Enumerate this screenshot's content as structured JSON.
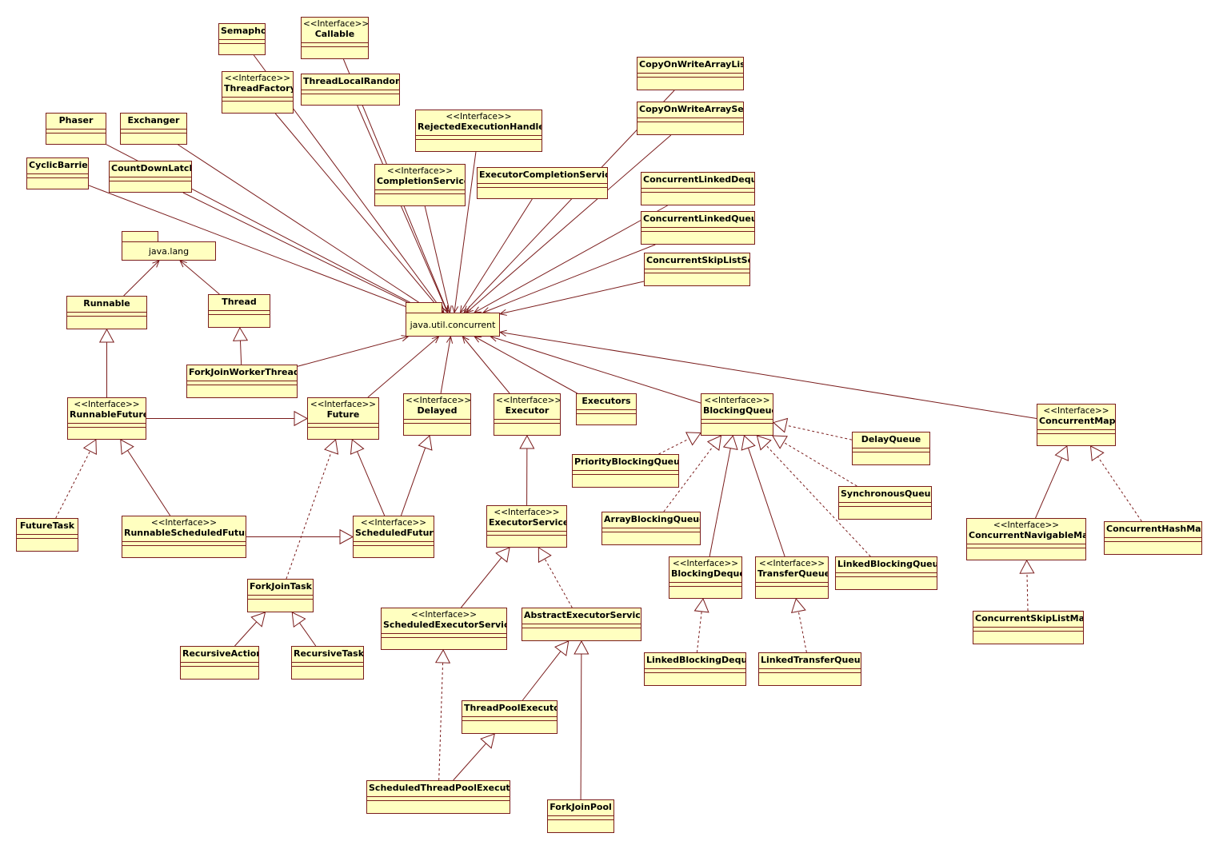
{
  "diagram": {
    "stereotype_label": "<<Interface>>",
    "packages": [
      {
        "id": "javalang",
        "name": "java.lang"
      },
      {
        "id": "juc",
        "name": "java.util.concurrent"
      }
    ],
    "classes": [
      {
        "id": "semaphore",
        "name": "Semaphore",
        "interface": false
      },
      {
        "id": "callable",
        "name": "Callable",
        "interface": true
      },
      {
        "id": "threadfactory",
        "name": "ThreadFactory",
        "interface": true
      },
      {
        "id": "threadlocalrandom",
        "name": "ThreadLocalRandom",
        "interface": false
      },
      {
        "id": "phaser",
        "name": "Phaser",
        "interface": false
      },
      {
        "id": "exchanger",
        "name": "Exchanger",
        "interface": false
      },
      {
        "id": "rejected",
        "name": "RejectedExecutionHandler",
        "interface": true
      },
      {
        "id": "cowal",
        "name": "CopyOnWriteArrayList",
        "interface": false
      },
      {
        "id": "cowas",
        "name": "CopyOnWriteArraySet",
        "interface": false
      },
      {
        "id": "cyclicbarrier",
        "name": "CyclicBarrier",
        "interface": false
      },
      {
        "id": "countdownlatch",
        "name": "CountDownLatch",
        "interface": false
      },
      {
        "id": "completionservice",
        "name": "CompletionService",
        "interface": true
      },
      {
        "id": "ecs",
        "name": "ExecutorCompletionService",
        "interface": false
      },
      {
        "id": "cld",
        "name": "ConcurrentLinkedDeque",
        "interface": false
      },
      {
        "id": "clq",
        "name": "ConcurrentLinkedQueue",
        "interface": false
      },
      {
        "id": "csls",
        "name": "ConcurrentSkipListSet",
        "interface": false
      },
      {
        "id": "runnable",
        "name": "Runnable",
        "interface": false
      },
      {
        "id": "thread",
        "name": "Thread",
        "interface": false
      },
      {
        "id": "fjwt",
        "name": "ForkJoinWorkerThread",
        "interface": false
      },
      {
        "id": "runnablefuture",
        "name": "RunnableFuture",
        "interface": true
      },
      {
        "id": "future",
        "name": "Future",
        "interface": true
      },
      {
        "id": "delayed",
        "name": "Delayed",
        "interface": true
      },
      {
        "id": "executor",
        "name": "Executor",
        "interface": true
      },
      {
        "id": "executors",
        "name": "Executors",
        "interface": false
      },
      {
        "id": "blockingqueue",
        "name": "BlockingQueue",
        "interface": true
      },
      {
        "id": "concurrentmap",
        "name": "ConcurrentMap",
        "interface": true
      },
      {
        "id": "delayqueue",
        "name": "DelayQueue",
        "interface": false
      },
      {
        "id": "pbq",
        "name": "PriorityBlockingQueue",
        "interface": false
      },
      {
        "id": "synchronousqueue",
        "name": "SynchronousQueue",
        "interface": false
      },
      {
        "id": "futuretask",
        "name": "FutureTask",
        "interface": false
      },
      {
        "id": "rsf",
        "name": "RunnableScheduledFuture",
        "interface": true
      },
      {
        "id": "scheduledfuture",
        "name": "ScheduledFuture",
        "interface": true
      },
      {
        "id": "executorservice",
        "name": "ExecutorService",
        "interface": true
      },
      {
        "id": "abq",
        "name": "ArrayBlockingQueue",
        "interface": false
      },
      {
        "id": "cnm",
        "name": "ConcurrentNavigableMap",
        "interface": true
      },
      {
        "id": "chm",
        "name": "ConcurrentHashMap",
        "interface": false
      },
      {
        "id": "forkjointask",
        "name": "ForkJoinTask",
        "interface": false
      },
      {
        "id": "blockingdeque",
        "name": "BlockingDeque",
        "interface": true
      },
      {
        "id": "transferqueue",
        "name": "TransferQueue",
        "interface": true
      },
      {
        "id": "lbq",
        "name": "LinkedBlockingQueue",
        "interface": false
      },
      {
        "id": "ses",
        "name": "ScheduledExecutorService",
        "interface": true
      },
      {
        "id": "aes",
        "name": "AbstractExecutorService",
        "interface": false
      },
      {
        "id": "cslm",
        "name": "ConcurrentSkipListMap",
        "interface": false
      },
      {
        "id": "recursiveaction",
        "name": "RecursiveAction",
        "interface": false
      },
      {
        "id": "recursivetask",
        "name": "RecursiveTask",
        "interface": false
      },
      {
        "id": "lbd",
        "name": "LinkedBlockingDeque",
        "interface": false
      },
      {
        "id": "ltq",
        "name": "LinkedTransferQueue",
        "interface": false
      },
      {
        "id": "tpe",
        "name": "ThreadPoolExecutor",
        "interface": false
      },
      {
        "id": "stpe",
        "name": "ScheduledThreadPoolExecutor",
        "interface": false
      },
      {
        "id": "forkjoinpool",
        "name": "ForkJoinPool",
        "interface": false
      }
    ],
    "relations": [
      {
        "from": "runnable",
        "to": "javalang",
        "kind": "dependency"
      },
      {
        "from": "thread",
        "to": "javalang",
        "kind": "dependency"
      },
      {
        "from": "semaphore",
        "to": "juc",
        "kind": "dependency"
      },
      {
        "from": "callable",
        "to": "juc",
        "kind": "dependency"
      },
      {
        "from": "threadfactory",
        "to": "juc",
        "kind": "dependency"
      },
      {
        "from": "threadlocalrandom",
        "to": "juc",
        "kind": "dependency"
      },
      {
        "from": "phaser",
        "to": "juc",
        "kind": "dependency"
      },
      {
        "from": "exchanger",
        "to": "juc",
        "kind": "dependency"
      },
      {
        "from": "rejected",
        "to": "juc",
        "kind": "dependency"
      },
      {
        "from": "cowal",
        "to": "juc",
        "kind": "dependency"
      },
      {
        "from": "cowas",
        "to": "juc",
        "kind": "dependency"
      },
      {
        "from": "cyclicbarrier",
        "to": "juc",
        "kind": "dependency"
      },
      {
        "from": "countdownlatch",
        "to": "juc",
        "kind": "dependency"
      },
      {
        "from": "completionservice",
        "to": "juc",
        "kind": "dependency"
      },
      {
        "from": "ecs",
        "to": "juc",
        "kind": "dependency"
      },
      {
        "from": "cld",
        "to": "juc",
        "kind": "dependency"
      },
      {
        "from": "clq",
        "to": "juc",
        "kind": "dependency"
      },
      {
        "from": "csls",
        "to": "juc",
        "kind": "dependency"
      },
      {
        "from": "fjwt",
        "to": "juc",
        "kind": "dependency"
      },
      {
        "from": "future",
        "to": "juc",
        "kind": "dependency"
      },
      {
        "from": "delayed",
        "to": "juc",
        "kind": "dependency"
      },
      {
        "from": "executor",
        "to": "juc",
        "kind": "dependency"
      },
      {
        "from": "executors",
        "to": "juc",
        "kind": "dependency"
      },
      {
        "from": "blockingqueue",
        "to": "juc",
        "kind": "dependency"
      },
      {
        "from": "concurrentmap",
        "to": "juc",
        "kind": "dependency"
      },
      {
        "from": "fjwt",
        "to": "thread",
        "kind": "extends"
      },
      {
        "from": "runnablefuture",
        "to": "runnable",
        "kind": "extends"
      },
      {
        "from": "runnablefuture",
        "to": "future",
        "kind": "extends"
      },
      {
        "from": "futuretask",
        "to": "runnablefuture",
        "kind": "implements"
      },
      {
        "from": "rsf",
        "to": "runnablefuture",
        "kind": "extends"
      },
      {
        "from": "rsf",
        "to": "scheduledfuture",
        "kind": "extends"
      },
      {
        "from": "scheduledfuture",
        "to": "future",
        "kind": "extends"
      },
      {
        "from": "scheduledfuture",
        "to": "delayed",
        "kind": "extends"
      },
      {
        "from": "forkjointask",
        "to": "future",
        "kind": "implements"
      },
      {
        "from": "recursiveaction",
        "to": "forkjointask",
        "kind": "extends"
      },
      {
        "from": "recursivetask",
        "to": "forkjointask",
        "kind": "extends"
      },
      {
        "from": "executorservice",
        "to": "executor",
        "kind": "extends"
      },
      {
        "from": "ses",
        "to": "executorservice",
        "kind": "extends"
      },
      {
        "from": "aes",
        "to": "executorservice",
        "kind": "implements"
      },
      {
        "from": "stpe",
        "to": "ses",
        "kind": "implements"
      },
      {
        "from": "tpe",
        "to": "aes",
        "kind": "extends"
      },
      {
        "from": "stpe",
        "to": "tpe",
        "kind": "extends"
      },
      {
        "from": "forkjoinpool",
        "to": "aes",
        "kind": "extends"
      },
      {
        "from": "pbq",
        "to": "blockingqueue",
        "kind": "implements"
      },
      {
        "from": "abq",
        "to": "blockingqueue",
        "kind": "implements"
      },
      {
        "from": "blockingdeque",
        "to": "blockingqueue",
        "kind": "extends"
      },
      {
        "from": "transferqueue",
        "to": "blockingqueue",
        "kind": "extends"
      },
      {
        "from": "lbq",
        "to": "blockingqueue",
        "kind": "implements"
      },
      {
        "from": "synchronousqueue",
        "to": "blockingqueue",
        "kind": "implements"
      },
      {
        "from": "delayqueue",
        "to": "blockingqueue",
        "kind": "implements"
      },
      {
        "from": "lbd",
        "to": "blockingdeque",
        "kind": "implements"
      },
      {
        "from": "ltq",
        "to": "transferqueue",
        "kind": "implements"
      },
      {
        "from": "cnm",
        "to": "concurrentmap",
        "kind": "extends"
      },
      {
        "from": "chm",
        "to": "concurrentmap",
        "kind": "implements"
      },
      {
        "from": "cslm",
        "to": "cnm",
        "kind": "implements"
      }
    ],
    "colors": {
      "fill": "#ffffc0",
      "stroke": "#7a1c1c",
      "background": "#ffffff"
    }
  }
}
